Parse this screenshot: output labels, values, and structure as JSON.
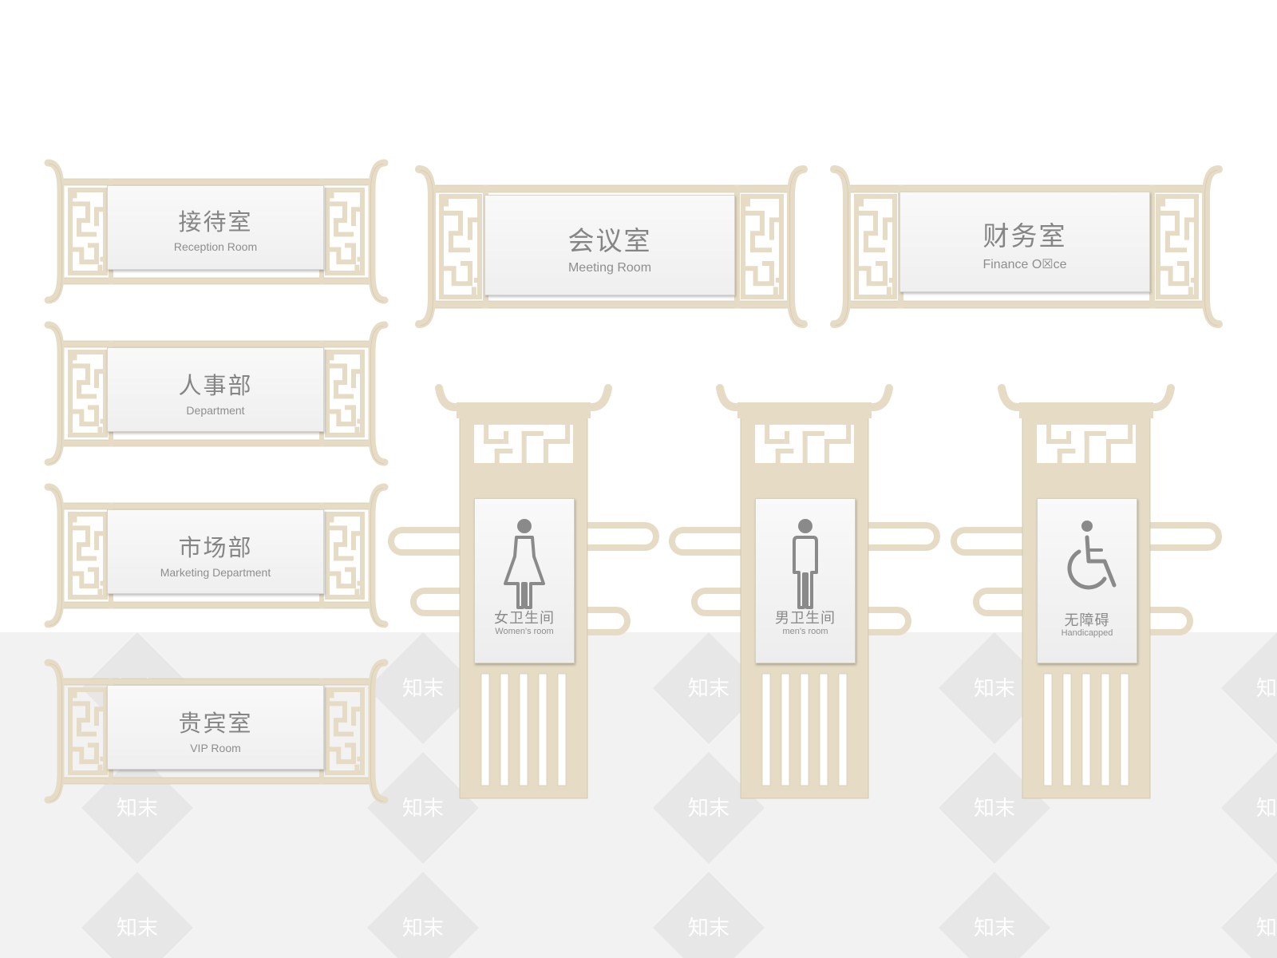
{
  "colors": {
    "frame": "#e6dcc6",
    "frame_edge": "#cfc2a6",
    "panel": "#f4f4f4",
    "text": "#858585",
    "floor": "#f2f2f2"
  },
  "watermark": "知末",
  "door_plates": [
    {
      "cn": "接待室",
      "en": "Reception Room"
    },
    {
      "cn": "人事部",
      "en": "Department"
    },
    {
      "cn": "市场部",
      "en": "Marketing Department"
    },
    {
      "cn": "贵宾室",
      "en": "VIP Room"
    },
    {
      "cn": "会议室",
      "en": "Meeting Room"
    },
    {
      "cn": "财务室",
      "en": "Finance O☒ce"
    }
  ],
  "restroom_signs": [
    {
      "cn": "女卫生间",
      "en": "Women's room",
      "icon": "female-icon"
    },
    {
      "cn": "男卫生间",
      "en": "men's room",
      "icon": "male-icon"
    },
    {
      "cn": "无障碍",
      "en": "Handicapped",
      "icon": "wheelchair-icon"
    }
  ]
}
